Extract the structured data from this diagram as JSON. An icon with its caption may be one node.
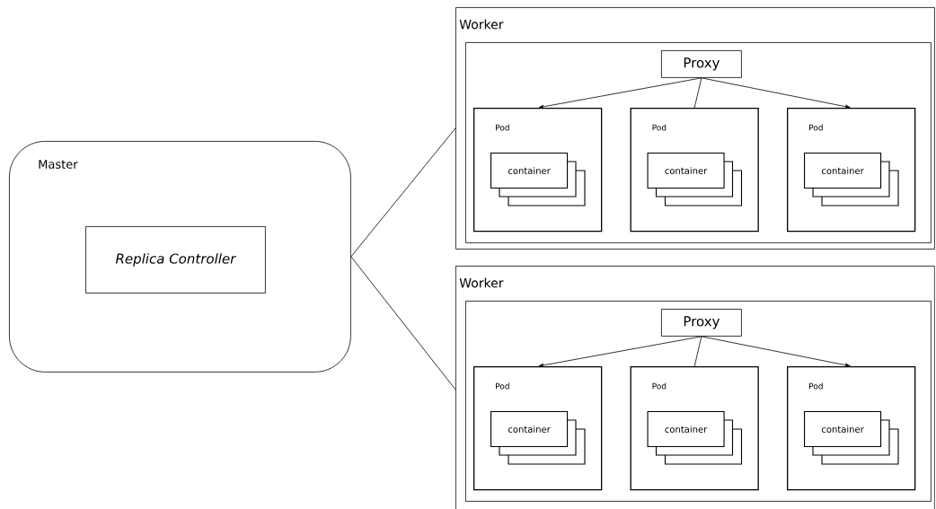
{
  "diagram": {
    "nodes": [
      {
        "text": [
          "Master"
        ]
      },
      {
        "text": [
          "Replica Controller"
        ],
        "in": 0
      },
      {
        "text": [
          "Worker"
        ]
      },
      {
        "text": [],
        "shape": "box",
        "in": 2
      },
      {
        "text": [
          "Proxy"
        ],
        "in": 3
      },
      {
        "text": [
          "Pod"
        ],
        "in": 3
      },
      {
        "text": [
          "container"
        ],
        "in": 5
      },
      {
        "text": [
          "Pod"
        ],
        "in": 3
      },
      {
        "text": [
          "container"
        ],
        "in": 7
      },
      {
        "text": [
          "Pod"
        ],
        "in": 3
      },
      {
        "text": [
          "container"
        ],
        "in": 9
      },
      {
        "text": [
          "Worker"
        ]
      },
      {
        "text": [],
        "shape": "box",
        "in": 11
      },
      {
        "text": [
          "Proxy"
        ],
        "in": 12
      },
      {
        "text": [
          "Pod"
        ],
        "in": 12
      },
      {
        "text": [
          "container"
        ],
        "in": 14
      },
      {
        "text": [
          "Pod"
        ],
        "in": 12
      },
      {
        "text": [
          "container"
        ],
        "in": 16
      },
      {
        "text": [
          "Pod"
        ],
        "in": 12
      },
      {
        "text": [
          "container"
        ],
        "in": 18
      }
    ],
    "edges": [
      {
        "from": 0,
        "to": 2,
        "arrow": "none"
      },
      {
        "from": 0,
        "to": 11,
        "arrow": "none"
      },
      {
        "from": 4,
        "to": 5,
        "arrow": "to"
      },
      {
        "from": 4,
        "to": 7,
        "arrow": "none"
      },
      {
        "from": 4,
        "to": 9,
        "arrow": "to"
      },
      {
        "from": 13,
        "to": 14,
        "arrow": "to"
      },
      {
        "from": 13,
        "to": 16,
        "arrow": "none"
      },
      {
        "from": 13,
        "to": 18,
        "arrow": "to"
      }
    ]
  }
}
